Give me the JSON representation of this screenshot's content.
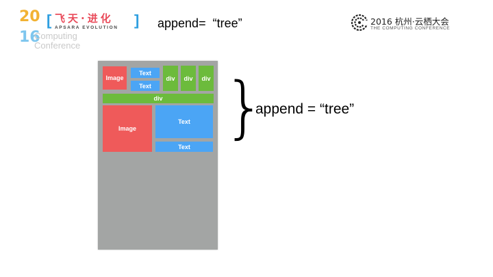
{
  "header": {
    "year_top": "20",
    "year_bottom": "16",
    "brand_cn": "飞天·进化",
    "brand_en": "APSARA EVOLUTION",
    "sub_line1": "Computing",
    "sub_line2": "Conference",
    "title": "append=  “tree”",
    "conf_cn": "2016 杭州·云栖大会",
    "conf_en": "THE COMPUTING CONFERENCE"
  },
  "phone": {
    "image_top": "Image",
    "text_top1": "Text",
    "text_top2": "Text",
    "div1": "div",
    "div2": "div",
    "div3": "div",
    "div_bar": "div",
    "image_bottom": "Image",
    "text_big": "Text",
    "text_small": "Text"
  },
  "annotation": {
    "brace": "}",
    "text": "append = “tree”"
  },
  "colors": {
    "image": "#ef5a5a",
    "text": "#4ba5f5",
    "div": "#6cbb3c",
    "phone": "#a3a5a4"
  }
}
